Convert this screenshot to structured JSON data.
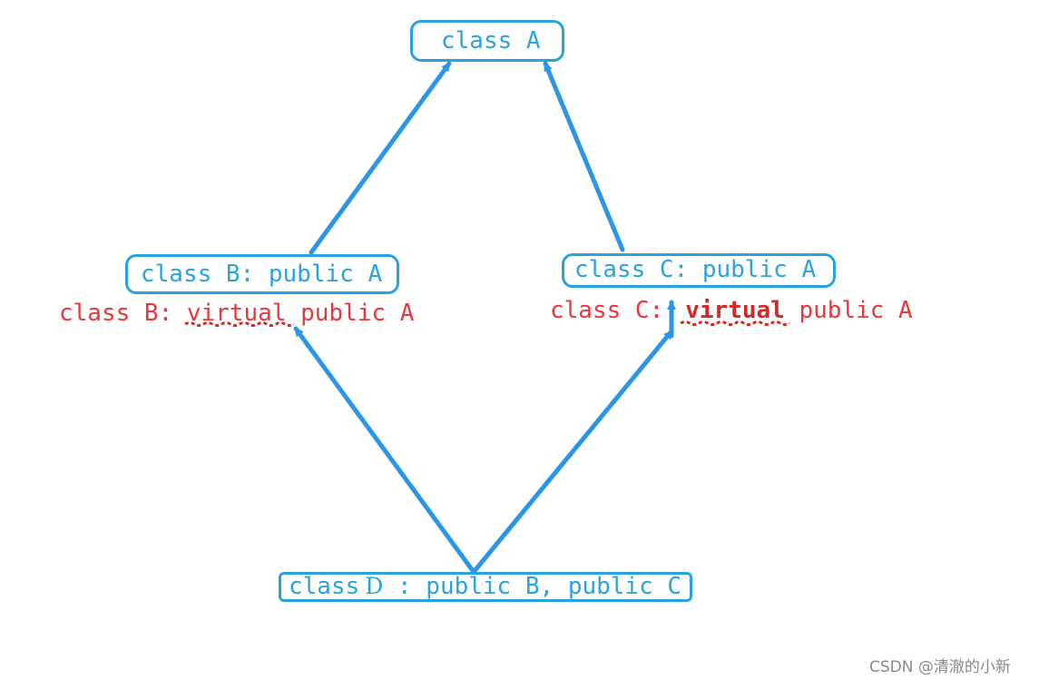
{
  "diagram": {
    "nodes": {
      "class_a": {
        "label": "class A"
      },
      "class_b": {
        "label": "class B: public A"
      },
      "class_c": {
        "label": "class C: public A"
      },
      "class_d": {
        "label_prefix": "class",
        "label_d": "D",
        "label_rest": " : public B, public C"
      }
    },
    "annotations": {
      "b_virtual": {
        "prefix": "class B: ",
        "keyword": "virtual",
        "suffix": " public A"
      },
      "c_virtual": {
        "prefix": "class C:",
        "keyword": "virtual",
        "suffix": " public A"
      }
    },
    "edges": [
      {
        "from": "class_b",
        "to": "class_a"
      },
      {
        "from": "class_c",
        "to": "class_a"
      },
      {
        "from": "class_d",
        "to": "class_b"
      },
      {
        "from": "class_d",
        "to": "class_c"
      }
    ],
    "colors": {
      "edge": "#2b95e8",
      "node_border": "#29a3dd",
      "node_text": "#2aa3de",
      "annotation_text": "#e8383d",
      "squiggle": "#d8281e"
    }
  },
  "watermark": "CSDN @清澈的小新"
}
